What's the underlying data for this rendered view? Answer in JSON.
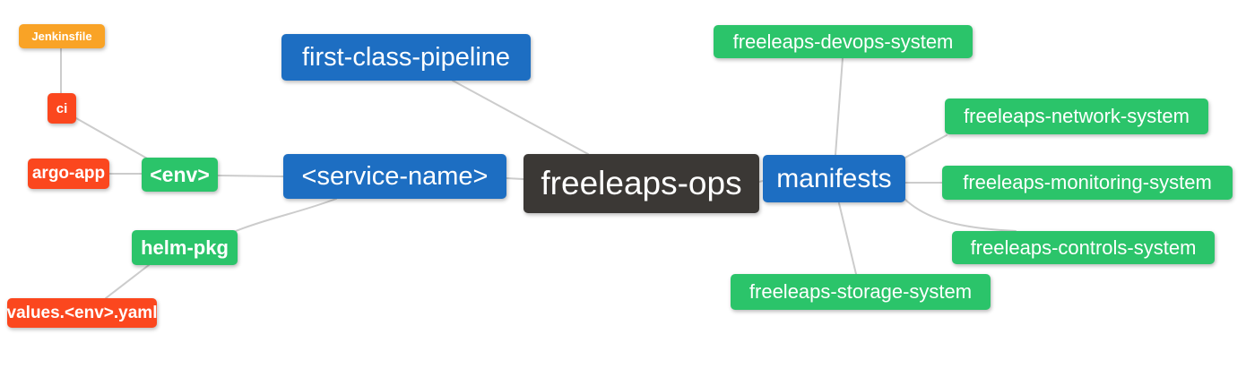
{
  "diagram": {
    "title": "freeleaps-ops mind map",
    "root": "freeleaps-ops"
  },
  "colors": {
    "blue": "#1d6ec2",
    "green": "#2bc46a",
    "orange": "#f9a326",
    "red": "#fb471e",
    "dark": "#3b3835",
    "edge": "#cccccc",
    "text": "#ffffff"
  },
  "nodes": [
    {
      "id": "jenkinsfile",
      "label": "Jenkinsfile",
      "color": "orange"
    },
    {
      "id": "ci",
      "label": "ci",
      "color": "red"
    },
    {
      "id": "argo-app",
      "label": "argo-app",
      "color": "red"
    },
    {
      "id": "env",
      "label": "<env>",
      "color": "green"
    },
    {
      "id": "first-class-pipeline",
      "label": "first-class-pipeline",
      "color": "blue"
    },
    {
      "id": "service-name",
      "label": "<service-name>",
      "color": "blue"
    },
    {
      "id": "freeleaps-ops",
      "label": "freeleaps-ops",
      "color": "dark"
    },
    {
      "id": "manifests",
      "label": "manifests",
      "color": "blue"
    },
    {
      "id": "helm-pkg",
      "label": "helm-pkg",
      "color": "green"
    },
    {
      "id": "values-env-yaml",
      "label": "values.<env>.yaml",
      "color": "red"
    },
    {
      "id": "devops-system",
      "label": "freeleaps-devops-system",
      "color": "green"
    },
    {
      "id": "network-system",
      "label": "freeleaps-network-system",
      "color": "green"
    },
    {
      "id": "monitoring-system",
      "label": "freeleaps-monitoring-system",
      "color": "green"
    },
    {
      "id": "controls-system",
      "label": "freeleaps-controls-system",
      "color": "green"
    },
    {
      "id": "storage-system",
      "label": "freeleaps-storage-system",
      "color": "green"
    }
  ],
  "edges": [
    {
      "from": "jenkinsfile",
      "to": "ci"
    },
    {
      "from": "ci",
      "to": "env"
    },
    {
      "from": "argo-app",
      "to": "env"
    },
    {
      "from": "env",
      "to": "service-name"
    },
    {
      "from": "first-class-pipeline",
      "to": "freeleaps-ops"
    },
    {
      "from": "service-name",
      "to": "freeleaps-ops"
    },
    {
      "from": "service-name",
      "to": "helm-pkg"
    },
    {
      "from": "helm-pkg",
      "to": "values-env-yaml"
    },
    {
      "from": "freeleaps-ops",
      "to": "manifests"
    },
    {
      "from": "manifests",
      "to": "devops-system"
    },
    {
      "from": "manifests",
      "to": "network-system"
    },
    {
      "from": "manifests",
      "to": "monitoring-system"
    },
    {
      "from": "manifests",
      "to": "controls-system"
    },
    {
      "from": "manifests",
      "to": "storage-system"
    }
  ]
}
